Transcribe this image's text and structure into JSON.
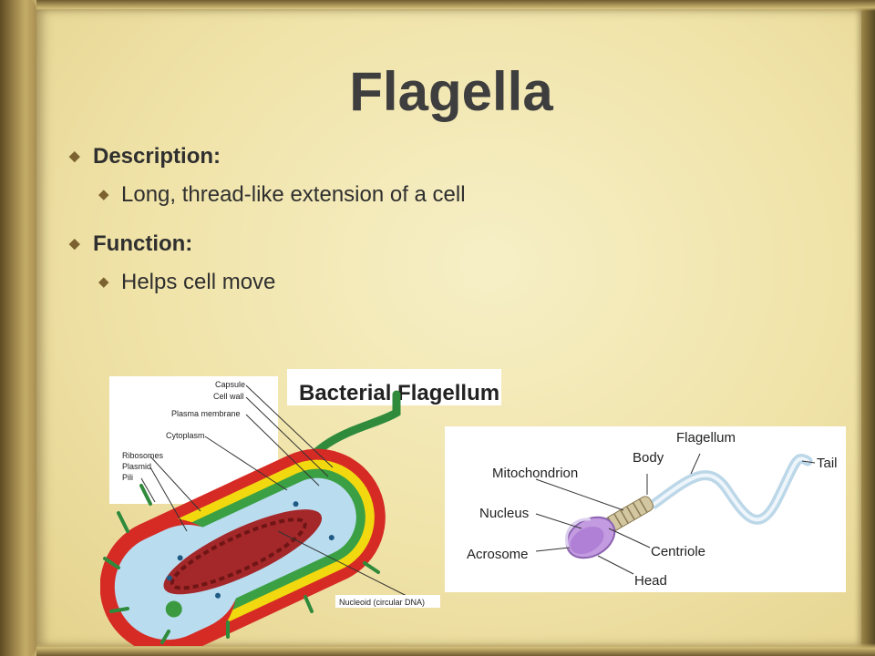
{
  "slide": {
    "title": "Flagella",
    "bullets": [
      {
        "label": "Description:",
        "sub": [
          "Long, thread-like extension of a cell"
        ]
      },
      {
        "label": "Function:",
        "sub": [
          "Helps cell move"
        ]
      }
    ]
  },
  "bacterial_figure": {
    "title": "Bacterial Flagellum",
    "labels": {
      "capsule": "Capsule",
      "cell_wall": "Cell wall",
      "plasma_membrane": "Plasma membrane",
      "cytoplasm": "Cytoplasm",
      "ribosomes": "Ribosomes",
      "plasmid": "Plasmid",
      "pili": "Pili",
      "nucleoid": "Nucleoid (circular DNA)"
    }
  },
  "sperm_figure": {
    "labels": {
      "flagellum": "Flagellum",
      "body": "Body",
      "tail": "Tail",
      "mitochondrion": "Mitochondrion",
      "nucleus": "Nucleus",
      "acrosome": "Acrosome",
      "centriole": "Centriole",
      "head": "Head"
    }
  },
  "colors": {
    "title": "#3e3e3e",
    "bullet": "#7b6230",
    "page": "#f0e3a8",
    "cell_wall": "#d62b25",
    "capsule_yellow": "#f2d80f",
    "membrane_green": "#3aa043",
    "cytoplasm": "#b9dcef",
    "dna": "#a4282a",
    "flagellum_green": "#2f8a3c",
    "sperm_head": "#c39be0"
  }
}
